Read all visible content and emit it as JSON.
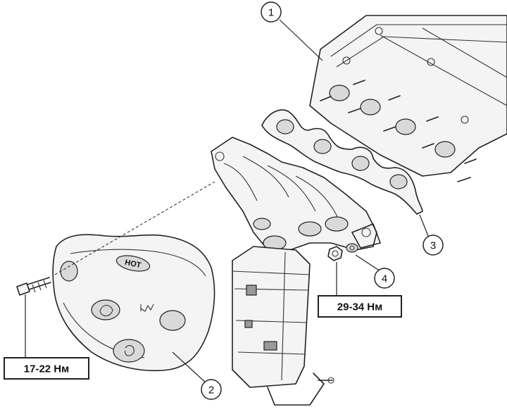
{
  "callouts": {
    "c1": "1",
    "c2": "2",
    "c3": "3",
    "c4": "4"
  },
  "torques": {
    "heat_shield_bolt": "17-22 Нм",
    "manifold_nut": "29-34 Нм"
  },
  "heat_shield": {
    "emblem": "HOT"
  }
}
